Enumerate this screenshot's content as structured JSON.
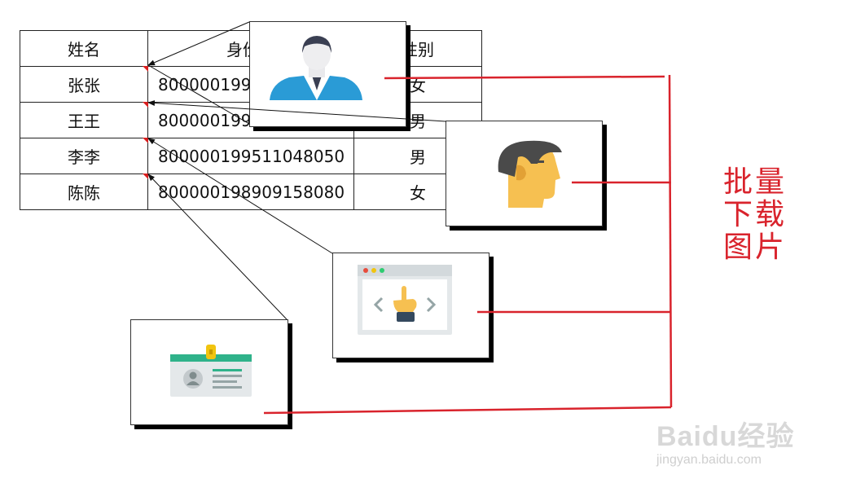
{
  "table": {
    "headers": [
      "姓名",
      "身份证",
      "性别"
    ],
    "rows": [
      {
        "name": "张张",
        "id": "80000019901",
        "gender": "女"
      },
      {
        "name": "王王",
        "id": "80000019971",
        "gender": "男"
      },
      {
        "name": "李李",
        "id": "800000199511048050",
        "gender": "男"
      },
      {
        "name": "陈陈",
        "id": "800000198909158080",
        "gender": "女"
      }
    ]
  },
  "side_label": "批量下载图片",
  "watermark": {
    "logo": "Baidu经验",
    "url": "jingyan.baidu.com"
  },
  "colors": {
    "accent_red": "#d9232c",
    "arrow": "#111111"
  },
  "comment_images": [
    {
      "icon": "man-avatar-icon"
    },
    {
      "icon": "profile-head-icon"
    },
    {
      "icon": "browser-hand-icon"
    },
    {
      "icon": "id-badge-icon"
    }
  ]
}
